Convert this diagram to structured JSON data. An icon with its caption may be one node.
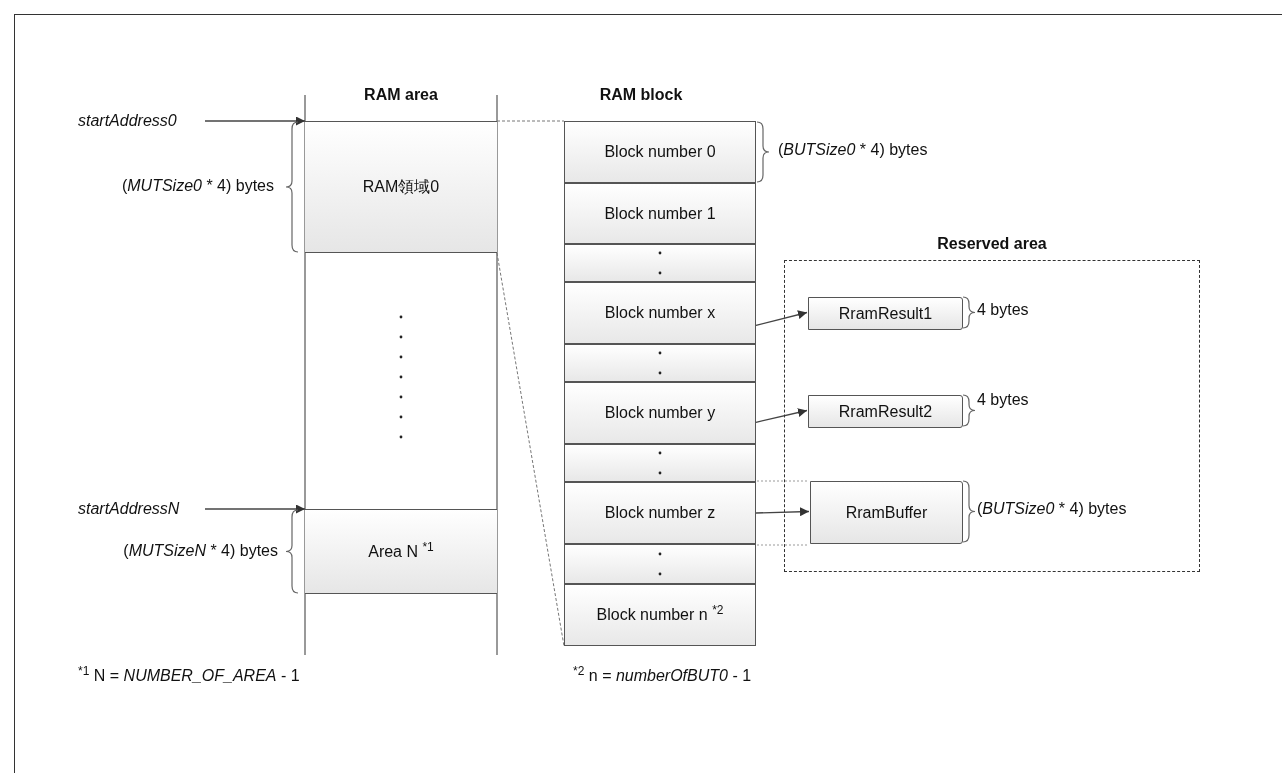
{
  "diagram": {
    "nodes": [
      {
        "text": [
          "startAddress0"
        ]
      },
      {
        "text": [
          "RAM領域0"
        ],
        "beside": [
          "(*MUTSize0* * 4) bytes"
        ]
      },
      {
        "text": [
          "startAddressN"
        ]
      },
      {
        "text": [
          "Area N $^{*1}$"
        ],
        "beside": [
          "(*MUTSizeN* * 4) bytes"
        ]
      },
      {
        "text": [
          "Block number 0"
        ],
        "beside": [
          "(*BUTSize0* * 4) bytes"
        ]
      },
      {
        "text": [
          "Block number 1"
        ]
      },
      {
        "text": [],
        "shape": "box"
      },
      {
        "text": [
          "Block number x"
        ]
      },
      {
        "text": [],
        "shape": "box"
      },
      {
        "text": [
          "Block number y"
        ]
      },
      {
        "text": [],
        "shape": "box"
      },
      {
        "text": [
          "Block number z"
        ]
      },
      {
        "text": [],
        "shape": "box"
      },
      {
        "text": [
          "Block number n $^{*2}$"
        ]
      },
      {
        "text": [
          "Reserved area"
        ]
      },
      {
        "text": [
          "RramResult1"
        ],
        "in": 14,
        "beside": [
          "4 bytes"
        ]
      },
      {
        "text": [
          "RramResult2"
        ],
        "in": 14,
        "beside": [
          "4 bytes"
        ]
      },
      {
        "text": [
          "RramBuffer"
        ],
        "in": 14,
        "beside": [
          "(*BUTSize0* * 4) bytes"
        ]
      }
    ],
    "edges": [
      {
        "from": 0,
        "to": 1,
        "arrow": "to"
      },
      {
        "from": 2,
        "to": 3,
        "arrow": "to"
      },
      {
        "from": 1,
        "to": 4,
        "arrow": "none",
        "style": "dashed"
      },
      {
        "from": 1,
        "to": 13,
        "arrow": "none",
        "style": "dashed"
      },
      {
        "from": 7,
        "to": 15,
        "arrow": "to"
      },
      {
        "from": 9,
        "to": 16,
        "arrow": "to"
      },
      {
        "from": 11,
        "to": 17,
        "arrow": "to"
      }
    ],
    "labels": [
      "RAM area",
      "RAM block",
      "$^{*1}$ N = *NUMBER_OF_AREA* - 1",
      "$^{*2}$ n = *numberOfBUT0* - 1"
    ]
  }
}
